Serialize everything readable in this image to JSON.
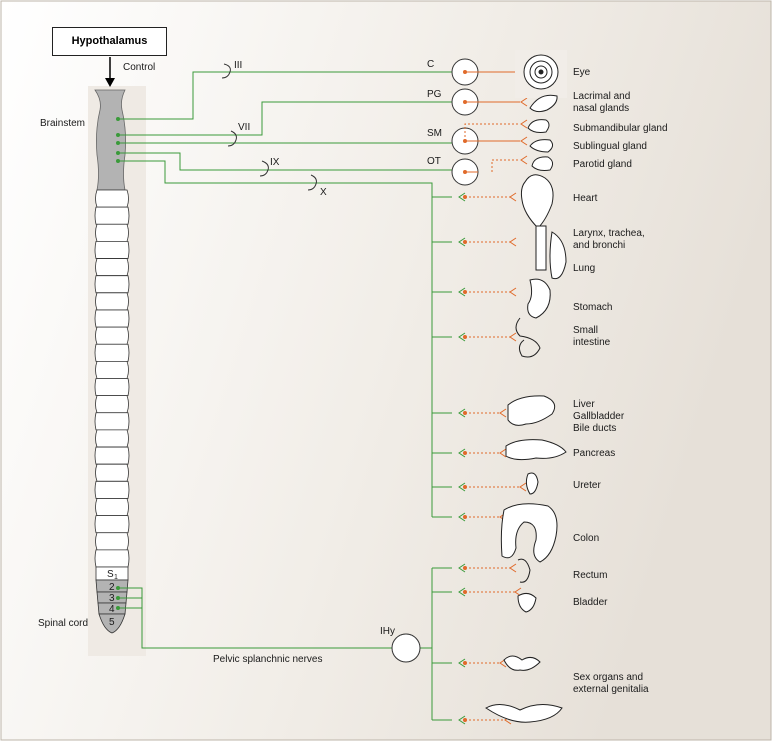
{
  "hypothalamus": "Hypothalamus",
  "control": "Control",
  "brainstem": "Brainstem",
  "spinal_cord": "Spinal cord",
  "sacral_segments": [
    "S",
    "2",
    "3",
    "4",
    "5"
  ],
  "sacral_subscript": "1",
  "cranial_nerves": [
    "III",
    "VII",
    "IX",
    "X"
  ],
  "ganglia": [
    "C",
    "PG",
    "SM",
    "OT",
    "IHy"
  ],
  "pelvic_nerves": "Pelvic splanchnic nerves",
  "organs": [
    "Eye",
    "Lacrimal and",
    "nasal glands",
    "Submandibular gland",
    "Sublingual gland",
    "Parotid gland",
    "Heart",
    "Larynx, trachea,",
    "and bronchi",
    "Lung",
    "Stomach",
    "Small",
    "intestine",
    "Liver",
    "Gallbladder",
    "Bile ducts",
    "Pancreas",
    "Ureter",
    "Colon",
    "Rectum",
    "Bladder",
    "Sex organs and",
    "external genitalia"
  ],
  "colors": {
    "preganglionic": "#3a9a3a",
    "postganglionic": "#e06a2a",
    "background": "#ede8e1",
    "brainstem": "#b8b8b8"
  }
}
